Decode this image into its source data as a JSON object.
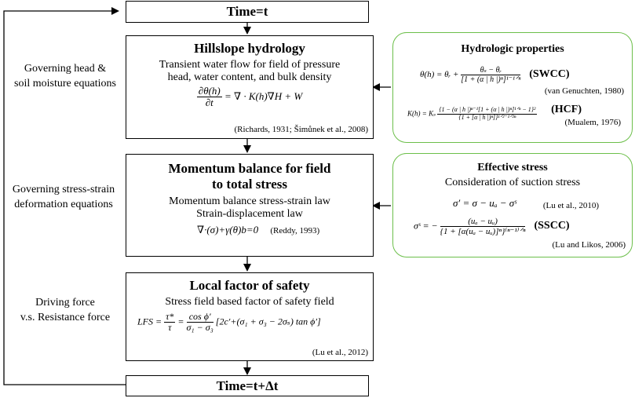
{
  "top_box": {
    "label": "Time=t"
  },
  "bottom_box": {
    "label": "Time=t+Δt"
  },
  "side_labels": {
    "governing_head_1": "Governing head &",
    "governing_head_2": "soil moisture equations",
    "stress_strain_1": "Governing stress-strain",
    "stress_strain_2": "deformation equations",
    "driving_1": "Driving force",
    "driving_2": "v.s. Resistance force"
  },
  "hillslope": {
    "title": "Hillslope hydrology",
    "line1": "Transient water flow for field of pressure",
    "line2": "head, water content, and bulk density",
    "eq_lhs_num": "∂θ(h)",
    "eq_lhs_den": "∂t",
    "eq_rhs": "= ∇ · K(h)∇H + W",
    "citation": "(Richards, 1931; Šimůnek et al., 2008)"
  },
  "momentum": {
    "title_1": "Momentum balance for field",
    "title_2": "to total stress",
    "line1": "Momentum balance stress-strain law",
    "line2": "Strain-displacement law",
    "equation": "∇·(σ)+γ(θ)b=0",
    "citation": "(Reddy, 1993)"
  },
  "lfs": {
    "title": "Local factor of safety",
    "line1": "Stress field  based factor of safety field",
    "eq_lhs": "LFS =",
    "eq_frac1_num": "τ*",
    "eq_frac1_den": "τ",
    "eq_eq": "=",
    "eq_frac2_num": "cos ϕ′",
    "eq_frac2_den": "σ₁ − σ₃",
    "eq_rest": "[2c′+(σ₁ + σ₃ − 2σₛ) tan ϕ′]",
    "citation": "(Lu et al., 2012)"
  },
  "hydrologic": {
    "title": "Hydrologic properties",
    "swcc_lhs": "θ(h) = θᵣ +",
    "swcc_num": "θₛ − θᵣ",
    "swcc_den": "[1 + (α | h |)ⁿ]¹⁻¹ᐟⁿ",
    "swcc_tag": "(SWCC)",
    "swcc_cite": "(van Genuchten, 1980)",
    "hcf_lhs": "K(h) = Kₛ",
    "hcf_num": "{1 − (α | h |)ⁿ⁻¹[1 + (α | h |)ⁿ]¹ᐟⁿ − 1}²",
    "hcf_den": "{1 + [α | h |)ⁿ]}¹ᐟ²⁻¹ᐟ²ⁿ",
    "hcf_tag": "(HCF)",
    "hcf_cite": "(Mualem, 1976)"
  },
  "effective": {
    "title": "Effective stress",
    "line1": "Consideration of suction stress",
    "eq1": "σ′ = σ − uₐ − σˢ",
    "eq1_cite": "(Lu et al., 2010)",
    "eq2_lhs": "σˢ = −",
    "eq2_num": "(uₐ − uᵤ)",
    "eq2_den": "{1 + [α(uₐ − uᵤ)]ⁿ}⁽ⁿ⁻¹⁾ᐟⁿ",
    "eq2_tag": "(SSCC)",
    "eq2_cite": "(Lu and Likos, 2006)"
  }
}
